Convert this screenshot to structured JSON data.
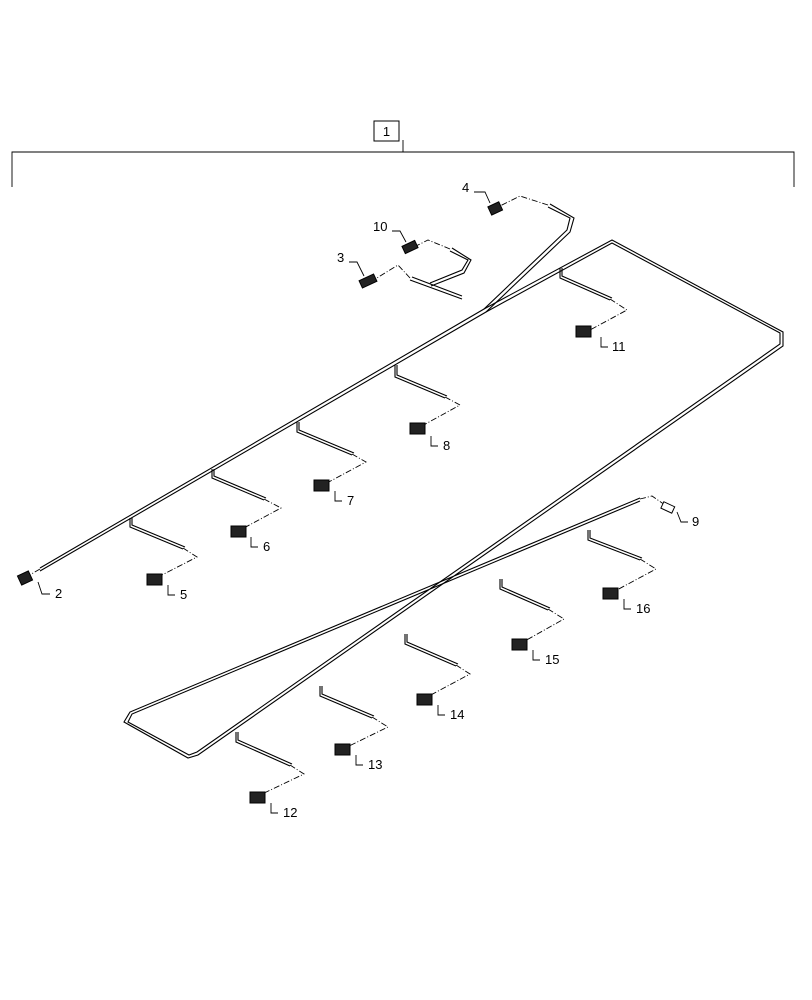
{
  "assembly": {
    "label": "1"
  },
  "callouts": [
    {
      "id": "c2",
      "label": "2"
    },
    {
      "id": "c3",
      "label": "3"
    },
    {
      "id": "c4",
      "label": "4"
    },
    {
      "id": "c5",
      "label": "5"
    },
    {
      "id": "c6",
      "label": "6"
    },
    {
      "id": "c7",
      "label": "7"
    },
    {
      "id": "c8",
      "label": "8"
    },
    {
      "id": "c9",
      "label": "9"
    },
    {
      "id": "c10",
      "label": "10"
    },
    {
      "id": "c11",
      "label": "11"
    },
    {
      "id": "c12",
      "label": "12"
    },
    {
      "id": "c13",
      "label": "13"
    },
    {
      "id": "c14",
      "label": "14"
    },
    {
      "id": "c15",
      "label": "15"
    },
    {
      "id": "c16",
      "label": "16"
    }
  ]
}
